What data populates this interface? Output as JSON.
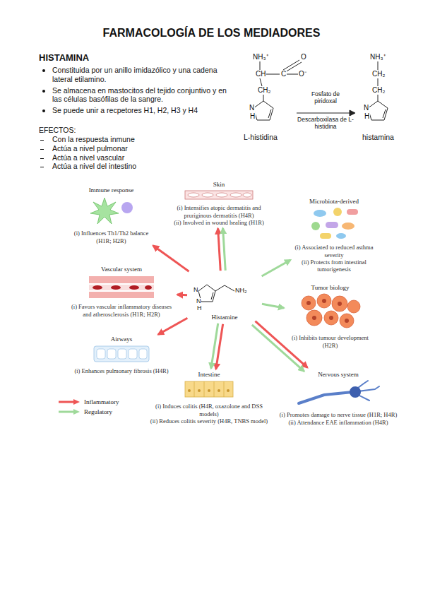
{
  "diagram": {
    "title": "FARMACOLOGÍA DE LOS MEDIADORES",
    "nodes": [
      {
        "text": [
          "Skin",
          "(i) Intensifies atopic dermatitis and pruriginous dermatitis (H4R)",
          "(ii) Involved in wound healing (H1R)"
        ]
      },
      {
        "text": [
          "Immune response",
          "(i) Influences Th1/Th2 balance (H1R; H2R)"
        ]
      },
      {
        "text": [
          "Microbiota-derived",
          "(i) Associated to reduced asthma severity",
          "(ii) Protects from intestinal tumorigenesis"
        ]
      },
      {
        "text": [
          "Vascular system",
          "(i) Favors vascular inflammatory diseases and atherosclerosis (H1R; H2R)"
        ]
      },
      {
        "text": [
          "Histamine"
        ]
      },
      {
        "text": [
          "Tumor biology",
          "(i) Inhibits tumour development (H2R)"
        ]
      },
      {
        "text": [
          "Airways",
          "(i) Enhances pulmonary fibrosis (H4R)"
        ]
      },
      {
        "text": [
          "Intestine",
          "(i) Induces colitis (H4R, oxazolone and DSS models)",
          "(ii) Reduces colitis severity (H4R, TNBS model)"
        ]
      },
      {
        "text": [
          "Nervous system",
          "(i) Promotes damage to nerve tissue (H1R; H4R)",
          "(ii) Attendance EAE inflammation (H4R)"
        ]
      }
    ],
    "edges": [
      {
        "from": 4,
        "to": 0,
        "arrow": "to"
      },
      {
        "from": 4,
        "to": 0,
        "arrow": "to"
      },
      {
        "from": 4,
        "to": 1,
        "arrow": "to"
      },
      {
        "from": 4,
        "to": 2,
        "arrow": "to"
      },
      {
        "from": 4,
        "to": 3,
        "arrow": "to"
      },
      {
        "from": 4,
        "to": 5,
        "arrow": "to"
      },
      {
        "from": 4,
        "to": 6,
        "arrow": "to"
      },
      {
        "from": 4,
        "to": 7,
        "arrow": "to"
      },
      {
        "from": 4,
        "to": 7,
        "arrow": "to"
      },
      {
        "from": 4,
        "to": 8,
        "arrow": "to"
      },
      {
        "from": 4,
        "to": 8,
        "arrow": "to"
      }
    ],
    "labels": [
      "HISTAMINA",
      "Constituida por un anillo imidazólico y una cadena lateral etilamino.",
      "Se almacena en mastocitos del tejido conjuntivo y en las células basófilas de la sangre.",
      "Se puede unir a recpetores H1, H2, H3 y H4",
      "EFECTOS:",
      "Con la respuesta inmune",
      "Actúa a nivel pulmonar",
      "Actúa a nivel vascular",
      "Actúa a nivel del intestino",
      "NH₃⁺",
      "O",
      "CH",
      "C",
      "O⁻",
      "CH₂",
      "N",
      "H",
      "L-histidina",
      "Fosfato de piridoxal",
      "Descarboxilasa de L-histidina",
      "NH₃⁺",
      "CH₂",
      "CH₂",
      "N",
      "H",
      "histamina",
      "N",
      "NH₂",
      "N",
      "H"
    ],
    "legend": [
      {
        "text": "Inflammatory",
        "color": "#ee5555"
      },
      {
        "text": "Regulatory",
        "color": "#9fd99a"
      }
    ]
  }
}
